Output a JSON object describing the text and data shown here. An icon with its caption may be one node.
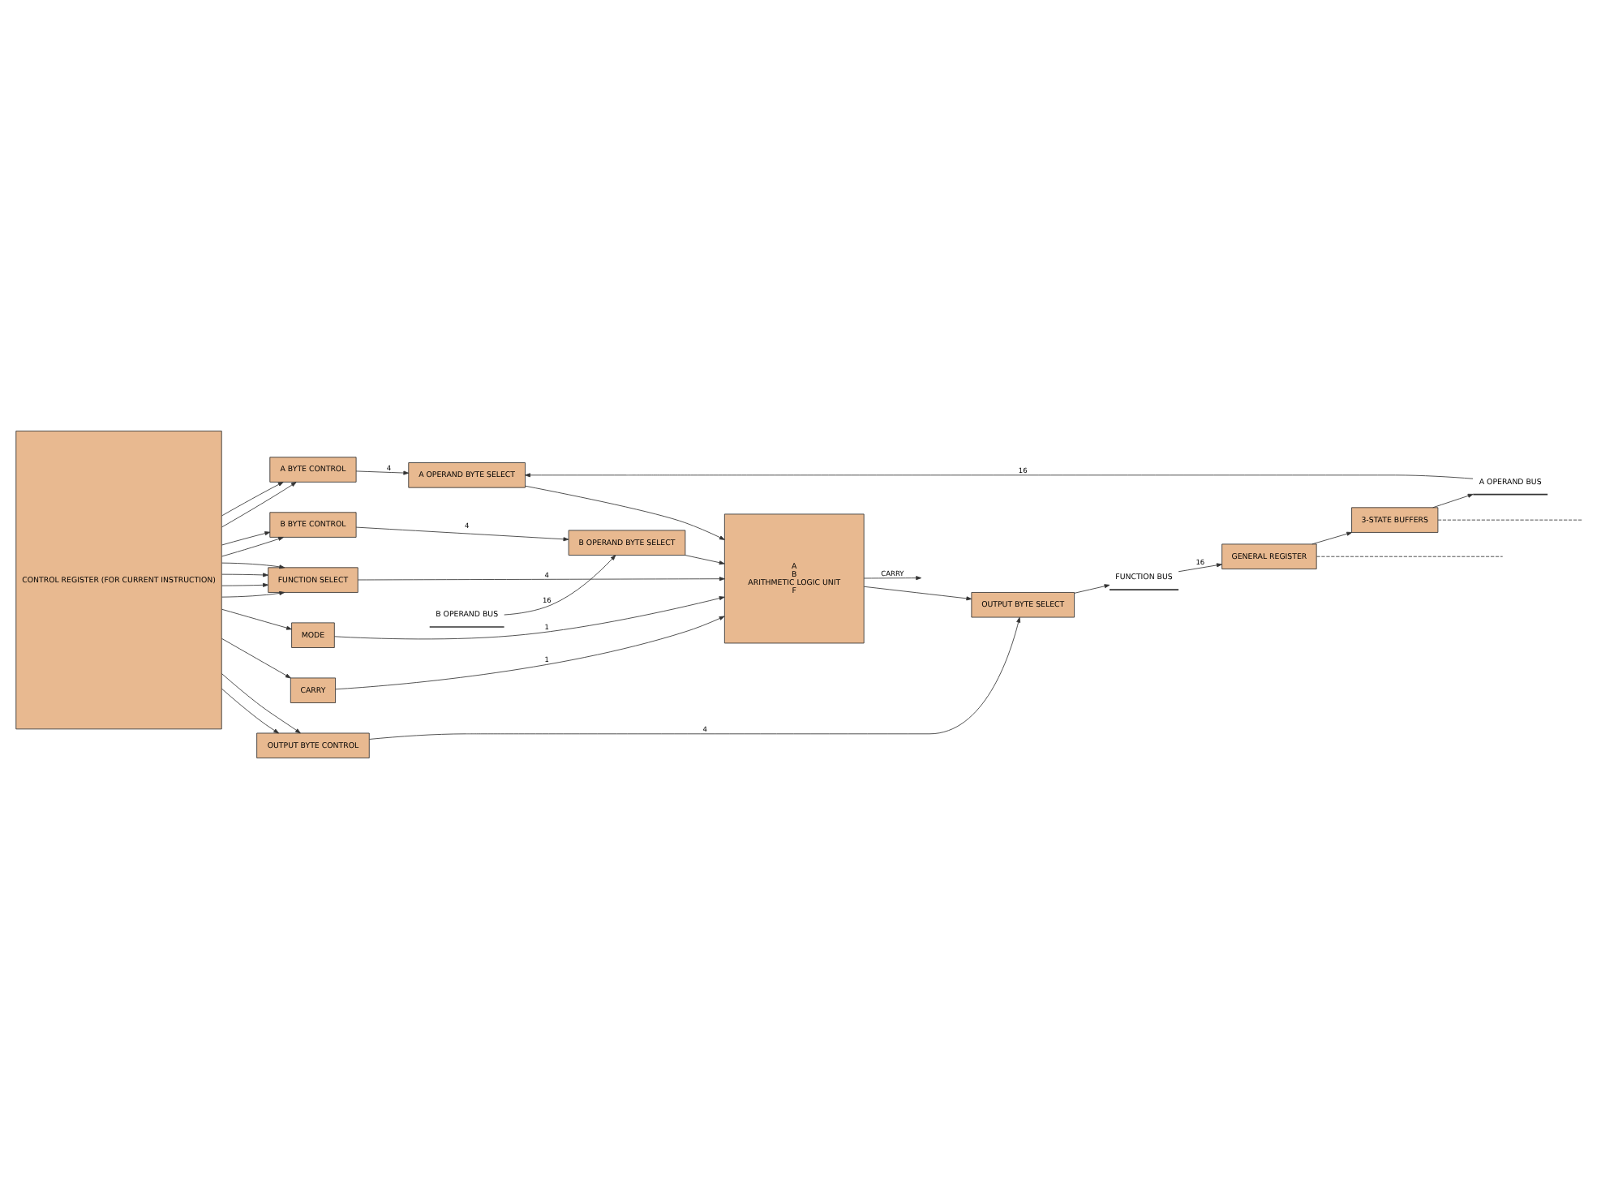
{
  "diagram": {
    "nodes": [
      {
        "text": [
          "CONTROL REGISTER (FOR CURRENT INSTRUCTION)"
        ]
      },
      {
        "text": [
          "A BYTE CONTROL"
        ]
      },
      {
        "text": [
          "B BYTE CONTROL"
        ]
      },
      {
        "text": [
          "FUNCTION SELECT"
        ]
      },
      {
        "text": [
          "MODE"
        ]
      },
      {
        "text": [
          "CARRY"
        ]
      },
      {
        "text": [
          "OUTPUT BYTE CONTROL"
        ]
      },
      {
        "text": [
          "A OPERAND BYTE SELECT"
        ]
      },
      {
        "text": [
          "B OPERAND BYTE SELECT"
        ]
      },
      {
        "text": [
          "A",
          "B",
          "ARITHMETIC LOGIC UNIT",
          "F"
        ]
      },
      {
        "text": [
          "OUTPUT BYTE SELECT"
        ]
      },
      {
        "text": [
          "3-STATE BUFFERS"
        ]
      },
      {
        "text": [
          "GENERAL REGISTER"
        ]
      },
      {
        "text": [
          "A OPERAND BUS"
        ]
      },
      {
        "text": [
          "B OPERAND BUS"
        ]
      },
      {
        "text": [
          "FUNCTION BUS"
        ]
      }
    ],
    "edges": [
      {
        "from": 0,
        "to": 1,
        "arrow": "to"
      },
      {
        "from": 0,
        "to": 1,
        "arrow": "to"
      },
      {
        "from": 0,
        "to": 2,
        "arrow": "to"
      },
      {
        "from": 0,
        "to": 2,
        "arrow": "to"
      },
      {
        "from": 0,
        "to": 3,
        "arrow": "to"
      },
      {
        "from": 0,
        "to": 3,
        "arrow": "to"
      },
      {
        "from": 0,
        "to": 3,
        "arrow": "to"
      },
      {
        "from": 0,
        "to": 3,
        "arrow": "to"
      },
      {
        "from": 0,
        "to": 4,
        "arrow": "to"
      },
      {
        "from": 0,
        "to": 5,
        "arrow": "to"
      },
      {
        "from": 0,
        "to": 6,
        "arrow": "to"
      },
      {
        "from": 0,
        "to": 6,
        "arrow": "to"
      },
      {
        "from": 1,
        "to": 7,
        "arrow": "to",
        "label": "4"
      },
      {
        "from": 2,
        "to": 8,
        "arrow": "to",
        "label": "4"
      },
      {
        "from": 3,
        "to": 9,
        "arrow": "to",
        "label": "4"
      },
      {
        "from": 4,
        "to": 9,
        "arrow": "to",
        "label": "1"
      },
      {
        "from": 5,
        "to": 9,
        "arrow": "to",
        "label": "1"
      },
      {
        "from": 6,
        "to": 10,
        "arrow": "to",
        "label": "4"
      },
      {
        "from": 13,
        "to": 7,
        "arrow": "to",
        "label": "16"
      },
      {
        "from": 14,
        "to": 8,
        "arrow": "to",
        "label": "16"
      },
      {
        "from": 7,
        "to": 9,
        "arrow": "to"
      },
      {
        "from": 8,
        "to": 9,
        "arrow": "to"
      },
      {
        "from": 9,
        "to": 10,
        "arrow": "to"
      },
      {
        "from": 9,
        "to": null,
        "arrow": "to",
        "label": "CARRY"
      },
      {
        "from": 10,
        "to": 15,
        "arrow": "to"
      },
      {
        "from": 15,
        "to": 12,
        "arrow": "to",
        "label": "16"
      },
      {
        "from": 12,
        "to": 11,
        "arrow": "to"
      },
      {
        "from": 11,
        "to": 13,
        "arrow": "to"
      },
      {
        "from": 11,
        "to": null,
        "arrow": "none",
        "style": "dashed"
      },
      {
        "from": 12,
        "to": null,
        "arrow": "none",
        "style": "dashed"
      }
    ]
  }
}
